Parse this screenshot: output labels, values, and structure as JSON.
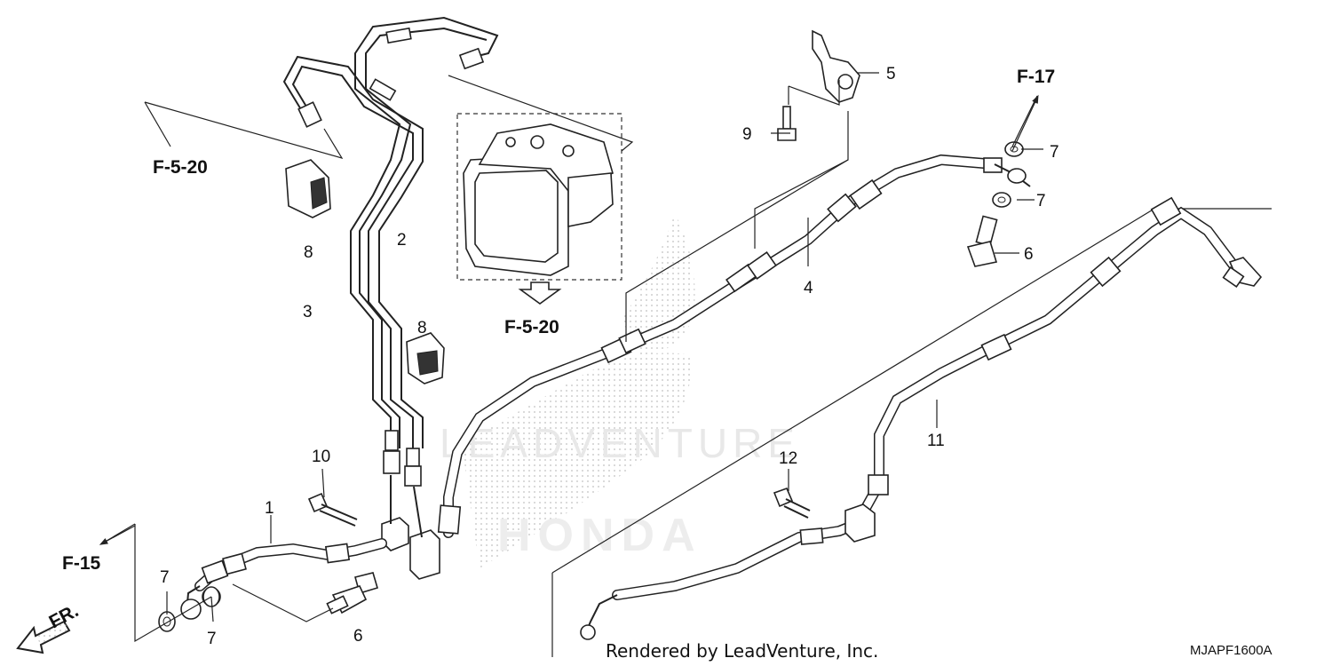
{
  "refs": {
    "f520_top": "F-5-20",
    "f520_mid": "F-5-20",
    "f17": "F-17",
    "f15": "F-15",
    "fr": "FR."
  },
  "callouts": {
    "c1": "1",
    "c2": "2",
    "c3": "3",
    "c4": "4",
    "c5": "5",
    "c6_right": "6",
    "c6_bottom": "6",
    "c7_top": "7",
    "c7_mid": "7",
    "c7_left_top": "7",
    "c7_left_bottom": "7",
    "c8_top": "8",
    "c8_mid": "8",
    "c9": "9",
    "c10": "10",
    "c11": "11",
    "c12": "12"
  },
  "watermark": {
    "brand": "LEADVENTURE",
    "maker": "HONDA"
  },
  "footer": {
    "rendered_by": "Rendered by LeadVenture, Inc.",
    "diagram_code": "MJAPF1600A"
  }
}
